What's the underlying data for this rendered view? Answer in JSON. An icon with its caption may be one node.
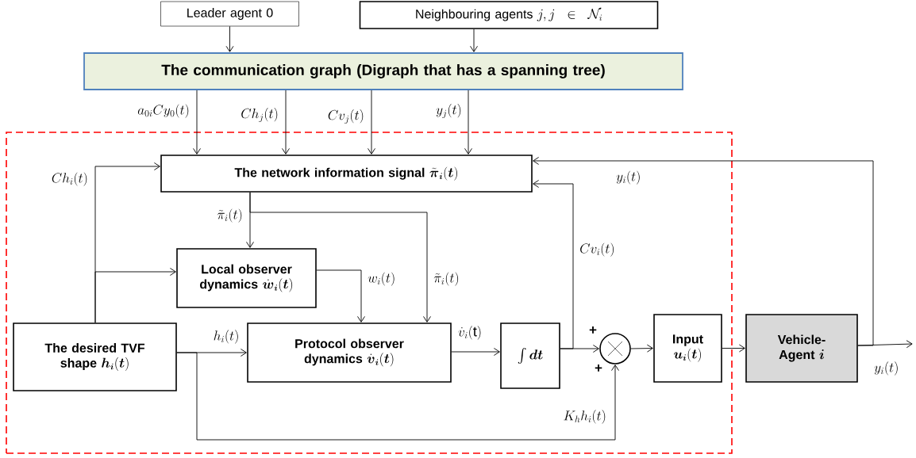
{
  "diagram": {
    "nodes": [
      {
        "text": [
          "Leader agent 0"
        ]
      },
      {
        "text": [
          "Neighbouring agents",
          "j, j \\in \\mathcal{N}_i"
        ]
      },
      {
        "text": [
          "The communication graph (Digraph that has a spanning tree)"
        ]
      },
      {
        "text": [],
        "shape": "box"
      },
      {
        "text": [
          "The network information signal",
          "\\tilde{\\boldsymbol{\\pi}}_{\\boldsymbol{i}}(\\boldsymbol{t})"
        ],
        "in": 3
      },
      {
        "text": [
          "Local observer dynamics",
          "\\dot{\\boldsymbol{w}}_{\\boldsymbol{i}}(\\boldsymbol{t})"
        ],
        "in": 3
      },
      {
        "text": [
          "The desired TVF shape",
          "\\boldsymbol{h}_{\\boldsymbol{i}}(\\boldsymbol{t})"
        ],
        "in": 3
      },
      {
        "text": [
          "Protocol observer dynamics",
          "\\dot{\\boldsymbol{v}}_{\\boldsymbol{i}}(\\boldsymbol{t})"
        ],
        "in": 3
      },
      {
        "text": [
          "\\int \\boldsymbol{dt}"
        ],
        "in": 3
      },
      {
        "text": [],
        "shape": "circle",
        "in": 3
      },
      {
        "text": [
          "Input",
          "\\boldsymbol{u}_{\\boldsymbol{i}}(\\boldsymbol{t})"
        ],
        "in": 3
      },
      {
        "text": [
          "Vehicle-Agent",
          "\\boldsymbol{i}"
        ]
      }
    ],
    "edges": [
      {
        "from": 0,
        "to": 2,
        "arrow": "to"
      },
      {
        "from": 1,
        "to": 2,
        "arrow": "to"
      },
      {
        "from": 2,
        "to": 4,
        "arrow": "to",
        "label": "a_{0i}Cy_0(t)"
      },
      {
        "from": 2,
        "to": 4,
        "arrow": "to",
        "label": "Ch_j(t)"
      },
      {
        "from": 2,
        "to": 4,
        "arrow": "to",
        "label": "Cv_j(t)"
      },
      {
        "from": 2,
        "to": 4,
        "arrow": "to",
        "label": "y_j(t)"
      },
      {
        "from": 6,
        "to": 4,
        "arrow": "to",
        "label": "Ch_i(t)"
      },
      {
        "from": 6,
        "to": 5,
        "arrow": "to"
      },
      {
        "from": 4,
        "to": 5,
        "arrow": "to",
        "label": "\\tilde{\\pi}_i(t)"
      },
      {
        "from": 4,
        "to": 7,
        "arrow": "to",
        "label": "\\tilde{\\pi}_i(t)"
      },
      {
        "from": 5,
        "to": 7,
        "arrow": "to",
        "label": "w_i(t)"
      },
      {
        "from": 6,
        "to": 7,
        "arrow": "to",
        "label": "h_i(t)"
      },
      {
        "from": 6,
        "to": 9,
        "arrow": "to",
        "label": "K_h h_i(t)"
      },
      {
        "from": 7,
        "to": 8,
        "arrow": "to",
        "label": "\\dot{v}_i(\\mathrm{t})"
      },
      {
        "from": 8,
        "to": 9,
        "arrow": "to"
      },
      {
        "from": 8,
        "to": 4,
        "arrow": "to",
        "label": "Cv_i(t)"
      },
      {
        "from": 9,
        "to": 10,
        "arrow": "to"
      },
      {
        "from": 10,
        "to": 11,
        "arrow": "to"
      },
      {
        "from": 11,
        "to": null,
        "arrow": "to",
        "label": "y_i(t)"
      },
      {
        "from": 11,
        "to": 4,
        "arrow": "to",
        "label": "y_i(t)"
      }
    ],
    "labels": [
      "+",
      "+"
    ]
  }
}
